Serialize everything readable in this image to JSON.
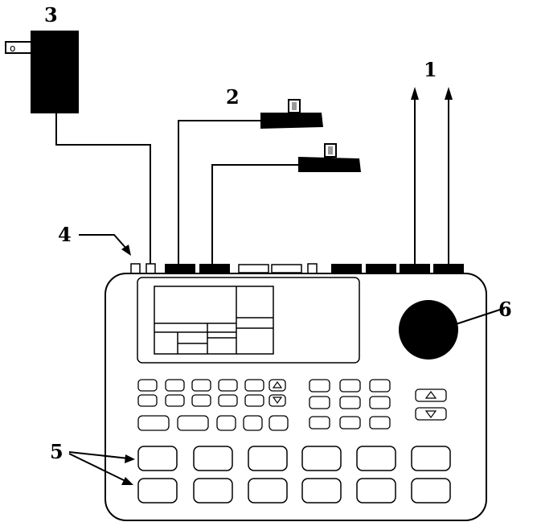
{
  "diagram": {
    "callouts": [
      {
        "id": "1",
        "text": "1"
      },
      {
        "id": "2",
        "text": "2"
      },
      {
        "id": "3",
        "text": "3"
      },
      {
        "id": "4",
        "text": "4"
      },
      {
        "id": "5",
        "text": "5"
      },
      {
        "id": "6",
        "text": "6"
      }
    ],
    "plug_glyph": "o",
    "icons": {
      "up": "triangle-up-icon",
      "down": "triangle-down-icon"
    },
    "colors": {
      "ink": "#000000",
      "paper": "#ffffff",
      "knob_cap": "#999999"
    }
  }
}
